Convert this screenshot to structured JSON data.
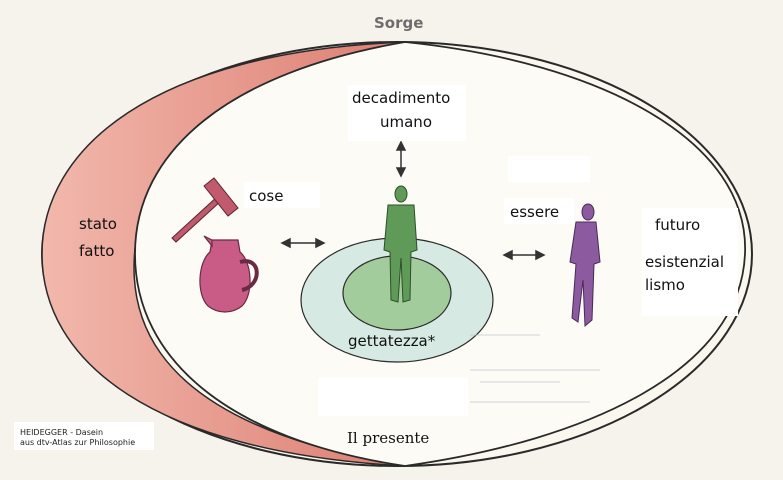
{
  "title": "Sorge",
  "labels": {
    "decadimento_line1": "decadimento",
    "decadimento_line2": "umano",
    "cose": "cose",
    "essere": "essere",
    "stato_line1": "stato",
    "stato_line2": "fatto",
    "futuro": "futuro",
    "esistenzialismo_line1": "esistenzial",
    "esistenzialismo_line2": "lismo",
    "gettatezza": "gettatezza*",
    "presente": "Il presente"
  },
  "credit": {
    "line1": "HEIDEGGER - Dasein",
    "line2": "aus dtv-Atlas zur Philosophie"
  },
  "colors": {
    "past_crescent": "#e48f84",
    "future_crescent": "#c9dde6",
    "inner_ellipse": "#fdfbf5",
    "ring_outer": "#cfe3dc",
    "ring_inner": "#9cc796",
    "figure_center": "#5f9a58",
    "figure_other": "#8c5a9e",
    "jug": "#c95c87",
    "hammer": "#c05a6c"
  }
}
